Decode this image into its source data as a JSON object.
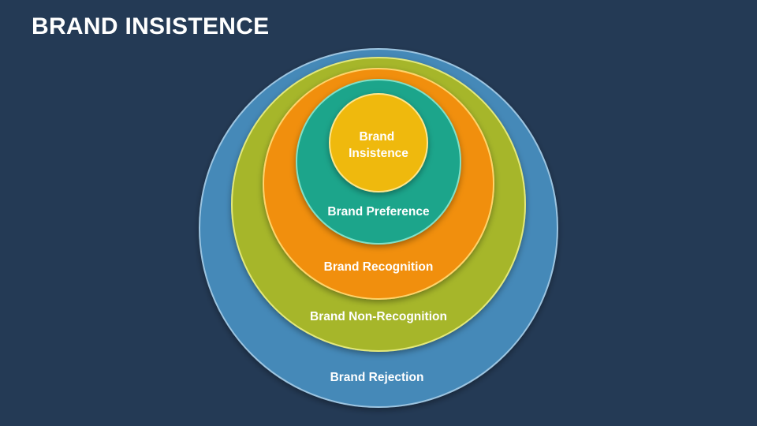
{
  "title": "BRAND INSISTENCE",
  "colors": {
    "background": "#243a55",
    "rejection": "#4489b8",
    "non_recognition": "#a6b62a",
    "recognition": "#f18f0a",
    "preference": "#1fa58b",
    "insistence": "#efb90f"
  },
  "rings": [
    {
      "id": "rejection",
      "label": "Brand Rejection"
    },
    {
      "id": "non_recognition",
      "label": "Brand Non-Recognition"
    },
    {
      "id": "recognition",
      "label": "Brand Recognition"
    },
    {
      "id": "preference",
      "label": "Brand Preference"
    },
    {
      "id": "insistence",
      "label_lines": [
        "Brand",
        "Insistence"
      ]
    }
  ]
}
